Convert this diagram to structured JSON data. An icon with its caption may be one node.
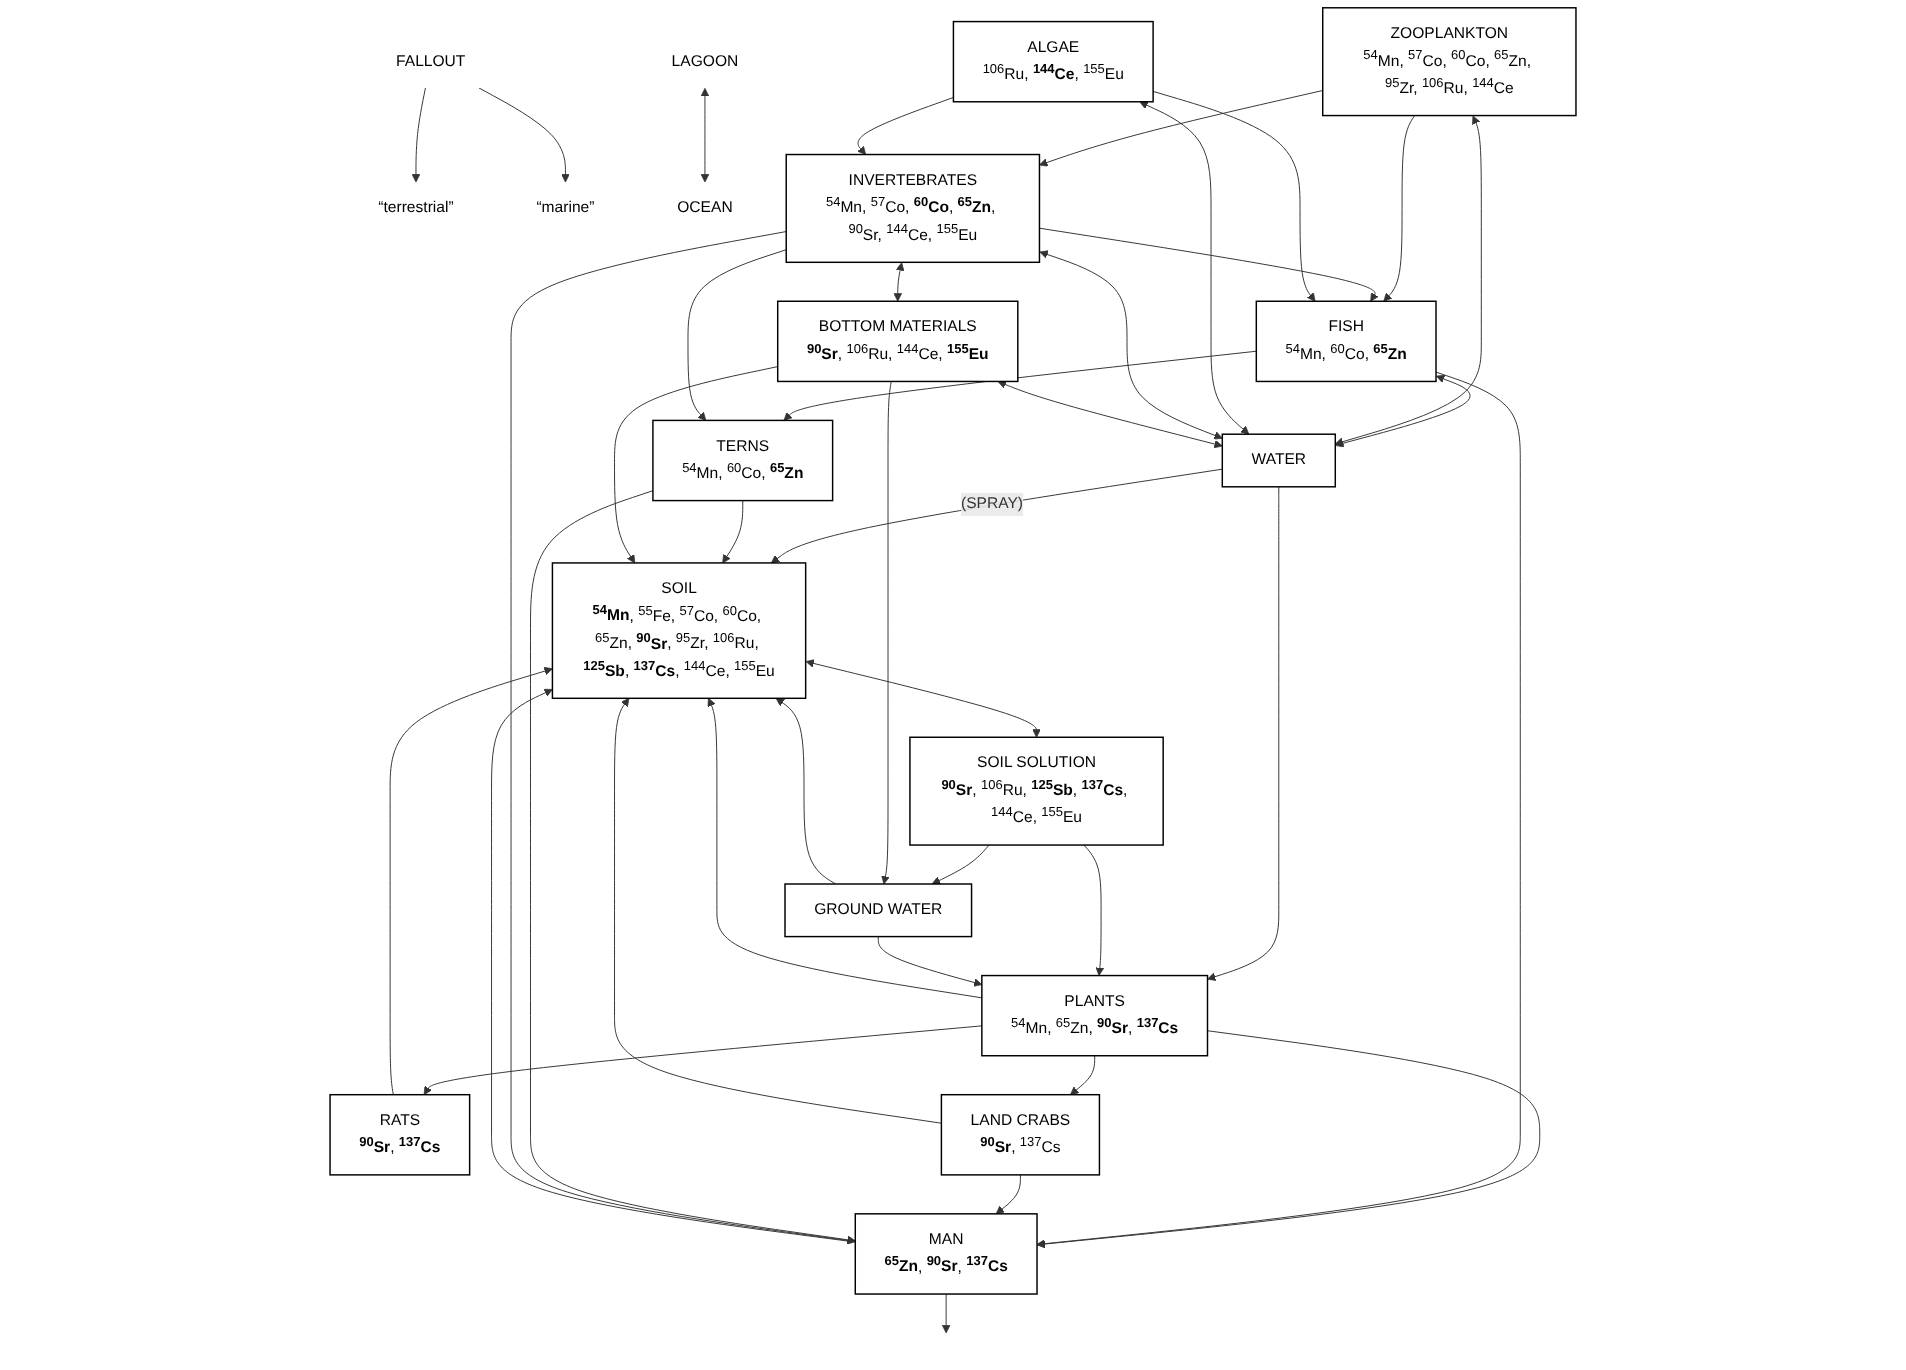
{
  "diagram": {
    "nodes": [
      {
        "text": [
          "FALLOUT"
        ]
      },
      {
        "text": [
          "“terrestrial”"
        ]
      },
      {
        "text": [
          "“marine”"
        ]
      },
      {
        "text": [
          "LAGOON"
        ]
      },
      {
        "text": [
          "OCEAN"
        ]
      },
      {
        "text": [
          "SOIL",
          "**$^{54}$Mn**, $^{55}$Fe, $^{57}$Co, $^{60}$Co, $^{65}$Zn, **$^{90}$Sr**, $^{95}$Zr, $^{106}$Ru, **$^{125}$Sb**, **$^{137}$Cs**, $^{144}$Ce, $^{155}$Eu"
        ]
      },
      {
        "text": [
          "PLANTS",
          "$^{54}$Mn, $^{65}$Zn, **$^{90}$Sr**, **$^{137}$Cs**"
        ]
      },
      {
        "text": [
          "WATER"
        ]
      },
      {
        "text": [
          "SOIL SOLUTION",
          "**$^{90}$Sr**, $^{106}$Ru, **$^{125}$Sb**, **$^{137}$Cs**, $^{144}$Ce, $^{155}$Eu"
        ]
      },
      {
        "text": [
          "RATS",
          "**$^{90}$Sr**, **$^{137}$Cs**"
        ]
      },
      {
        "text": [
          "FISH",
          "$^{54}$Mn, $^{60}$Co, **$^{65}$Zn**"
        ]
      },
      {
        "text": [
          "GROUND WATER"
        ]
      },
      {
        "text": [
          "LAND CRABS",
          "**$^{90}$Sr**, $^{137}$Cs"
        ]
      },
      {
        "text": [
          "ZOOPLANKTON",
          "$^{54}$Mn, $^{57}$Co, $^{60}$Co, $^{65}$Zn, $^{95}$Zr, $^{106}$Ru, $^{144}$Ce"
        ]
      },
      {
        "text": [
          "TERNS",
          "$^{54}$Mn, $^{60}$Co, **$^{65}$Zn**"
        ]
      },
      {
        "text": [
          "ALGAE",
          "$^{106}$Ru, **$^{144}$Ce**, $^{155}$Eu"
        ]
      },
      {
        "text": [
          "INVERTEBRATES",
          "$^{54}$Mn, $^{57}$Co, **$^{60}$Co**, **$^{65}$Zn**, $^{90}$Sr, $^{144}$Ce, $^{155}$Eu"
        ]
      },
      {
        "text": [
          "MAN",
          "**$^{65}$Zn**, **$^{90}$Sr**, **$^{137}$Cs**"
        ]
      },
      {
        "text": [
          "BOTTOM MATERIALS",
          "**$^{90}$Sr**, $^{106}$Ru, $^{144}$Ce, **$^{155}$Eu**"
        ]
      }
    ],
    "edges": [
      {
        "from": 0,
        "to": 1,
        "arrow": "to"
      },
      {
        "from": 0,
        "to": 2,
        "arrow": "to"
      },
      {
        "from": 7,
        "to": 5,
        "arrow": "to",
        "label": "(SPRAY)"
      },
      {
        "from": 7,
        "to": 6,
        "arrow": "to"
      },
      {
        "from": 3,
        "to": 4,
        "arrow": "both"
      },
      {
        "from": 6,
        "to": 5,
        "arrow": "to"
      },
      {
        "from": 5,
        "to": 8,
        "arrow": "both"
      },
      {
        "from": 8,
        "to": 6,
        "arrow": "to"
      },
      {
        "from": 8,
        "to": 11,
        "arrow": "to"
      },
      {
        "from": 11,
        "to": 5,
        "arrow": "to"
      },
      {
        "from": 11,
        "to": 6,
        "arrow": "to"
      },
      {
        "from": 6,
        "to": 9,
        "arrow": "to"
      },
      {
        "from": 6,
        "to": 12,
        "arrow": "to"
      },
      {
        "from": 6,
        "to": 17,
        "arrow": "to"
      },
      {
        "from": 10,
        "to": 17,
        "arrow": "to"
      },
      {
        "from": 12,
        "to": 17,
        "arrow": "to"
      },
      {
        "from": 14,
        "to": 17,
        "arrow": "to"
      },
      {
        "from": 16,
        "to": 17,
        "arrow": "to"
      },
      {
        "from": 10,
        "to": 14,
        "arrow": "to"
      },
      {
        "from": 16,
        "to": 14,
        "arrow": "to"
      },
      {
        "from": 13,
        "to": 10,
        "arrow": "to"
      },
      {
        "from": 16,
        "to": 10,
        "arrow": "to"
      },
      {
        "from": 15,
        "to": 10,
        "arrow": "to"
      },
      {
        "from": 13,
        "to": 16,
        "arrow": "to"
      },
      {
        "from": 15,
        "to": 16,
        "arrow": "to"
      },
      {
        "from": 16,
        "to": 18,
        "arrow": "both"
      },
      {
        "from": 10,
        "to": 7,
        "arrow": "both"
      },
      {
        "from": 13,
        "to": 7,
        "arrow": "both"
      },
      {
        "from": 15,
        "to": 7,
        "arrow": "both"
      },
      {
        "from": 16,
        "to": 7,
        "arrow": "both"
      },
      {
        "from": 18,
        "to": 7,
        "arrow": "both"
      },
      {
        "from": 9,
        "to": 5,
        "arrow": "to"
      },
      {
        "from": 12,
        "to": 5,
        "arrow": "to"
      },
      {
        "from": 17,
        "to": 5,
        "arrow": "to"
      },
      {
        "from": 14,
        "to": 5,
        "arrow": "to"
      },
      {
        "from": 18,
        "to": 5,
        "arrow": "to"
      },
      {
        "from": 18,
        "to": 11,
        "arrow": "to"
      },
      {
        "from": 17,
        "to": null,
        "arrow": "to"
      }
    ]
  }
}
